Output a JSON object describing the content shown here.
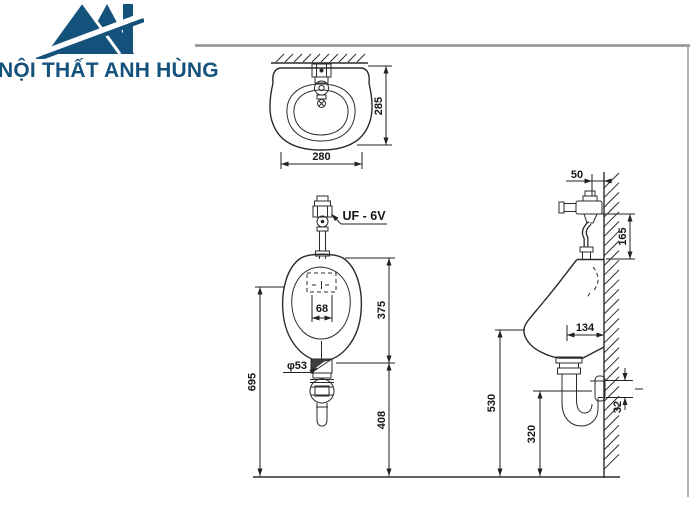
{
  "logo": {
    "text": "NỘI THẤT ANH HÙNG",
    "brand_color": "#14527c"
  },
  "drawing": {
    "flush_valve_label": "UF - 6V",
    "top_view": {
      "depth": "285",
      "width": "280"
    },
    "front_view": {
      "inlet_spacing": "68",
      "rim_height": "375",
      "trap_diameter": "φ53",
      "overall_height": "695",
      "rim_to_floor": "408"
    },
    "side_view": {
      "inlet_wall_offset": "50",
      "valve_drop": "165",
      "drain_wall_offset": "134",
      "lip_height": "530",
      "outlet_height": "320",
      "outlet_pipe_diameter": "32"
    }
  }
}
